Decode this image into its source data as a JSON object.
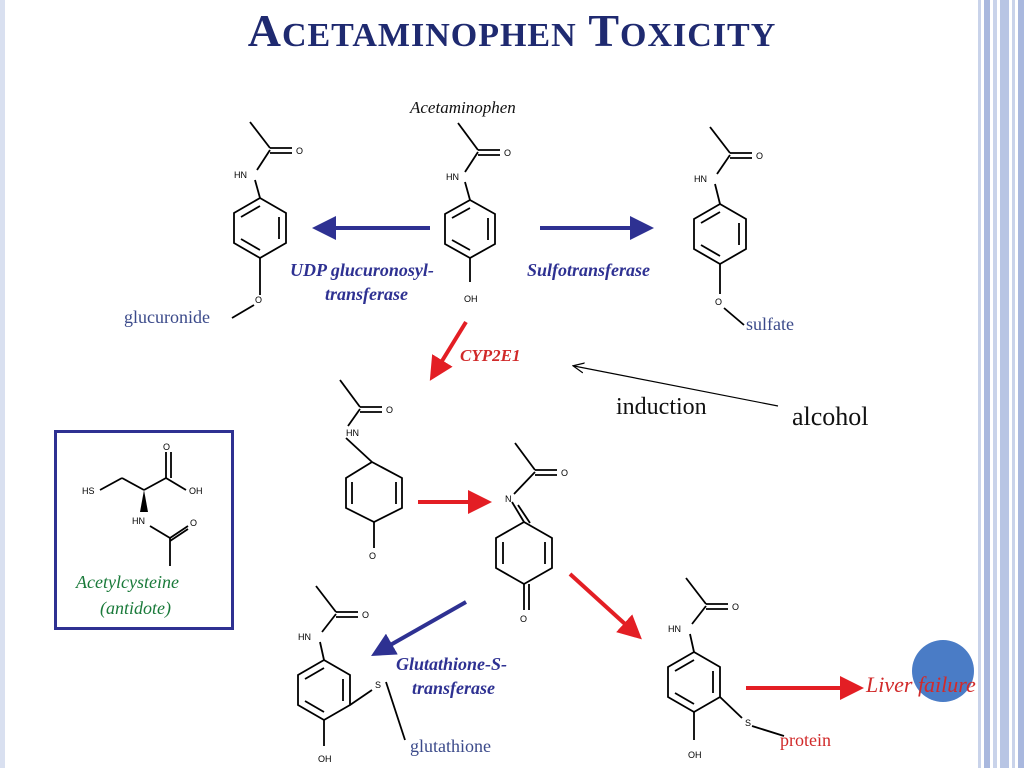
{
  "slide": {
    "title_first_letter": "A",
    "title_rest_word1": "CETAMINOPHEN",
    "title_second_letter": "T",
    "title_rest_word2": "OXICITY",
    "title_full": "Acetaminophen Toxicity",
    "accent_color": "#1f2a70"
  },
  "labels": {
    "acetaminophen": "Acetaminophen",
    "udp_line1": "UDP glucuronosyl-",
    "udp_line2": "transferase",
    "sulfotransferase": "Sulfotransferase",
    "glucuronide": "glucuronide",
    "sulfate": "sulfate",
    "cyp2e1": "CYP2E1",
    "induction": "induction",
    "alcohol": "alcohol",
    "acetylcysteine": "Acetylcysteine",
    "antidote": "(antidote)",
    "gst_line1": "Glutathione-S-",
    "gst_line2": "transferase",
    "glutathione": "glutathione",
    "protein": "protein",
    "liver_failure": "Liver failure"
  },
  "atoms": {
    "hn": "HN",
    "o": "O",
    "oh": "OH",
    "n": "N",
    "s": "S",
    "hs": "HS"
  },
  "colors": {
    "blue_arrow": "#2e3192",
    "red_arrow": "#e31e24",
    "red_text": "#d12a2a",
    "green_text": "#1a7a3a",
    "blue_text": "#2e3192",
    "slate_text": "#3b4a8a"
  }
}
